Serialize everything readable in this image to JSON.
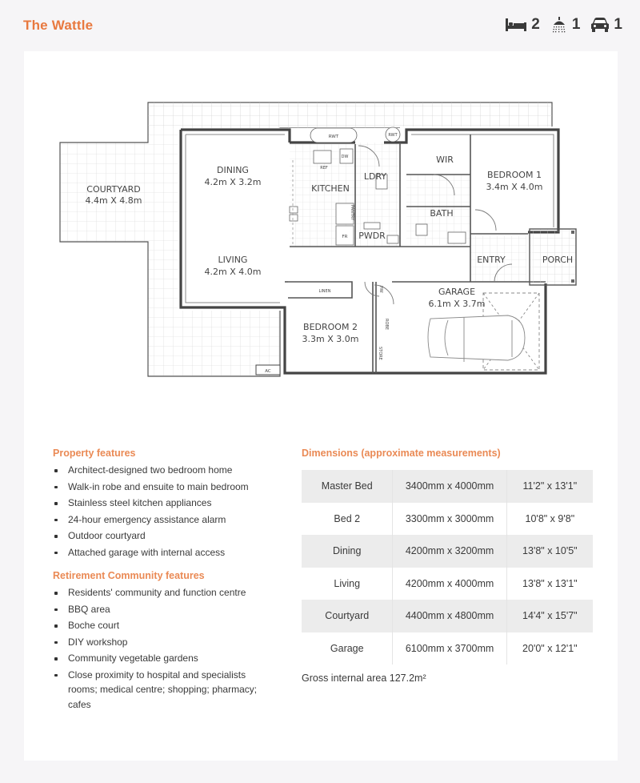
{
  "header": {
    "title": "The Wattle",
    "stats": [
      {
        "icon": "bed-icon",
        "value": "2"
      },
      {
        "icon": "shower-icon",
        "value": "1"
      },
      {
        "icon": "car-icon",
        "value": "1"
      }
    ]
  },
  "floorplan": {
    "rooms": {
      "courtyard": {
        "name": "COURTYARD",
        "size": "4.4m X 4.8m"
      },
      "dining": {
        "name": "DINING",
        "size": "4.2m X 3.2m"
      },
      "living": {
        "name": "LIVING",
        "size": "4.2m X 4.0m"
      },
      "kitchen": {
        "name": "KITCHEN"
      },
      "laundry": {
        "name": "LDRY"
      },
      "powder": {
        "name": "PWDR"
      },
      "wir": {
        "name": "WIR"
      },
      "bath": {
        "name": "BATH"
      },
      "bedroom1": {
        "name": "BEDROOM 1",
        "size": "3.4m X 4.0m"
      },
      "entry": {
        "name": "ENTRY"
      },
      "porch": {
        "name": "PORCH"
      },
      "garage": {
        "name": "GARAGE",
        "size": "6.1m X 3.7m"
      },
      "bedroom2": {
        "name": "BEDROOM 2",
        "size": "3.3m X 3.0m"
      }
    },
    "labels": {
      "rwt1": "RWT",
      "rwt2": "RWT",
      "pantry": "PANTRY",
      "fr": "FR",
      "dw": "DW",
      "ref": "REF",
      "linen": "LINEN",
      "robe": "ROBE",
      "store": "STORE",
      "hw": "HW",
      "ac": "AC"
    }
  },
  "property_features": {
    "title": "Property features",
    "items": [
      "Architect-designed two bedroom home",
      "Walk-in robe and ensuite to main bedroom",
      "Stainless steel kitchen appliances",
      "24-hour emergency assistance alarm",
      "Outdoor courtyard",
      "Attached garage with internal access"
    ]
  },
  "community_features": {
    "title": "Retirement Community features",
    "items": [
      "Residents' community and function centre",
      "BBQ area",
      "Boche court",
      "DIY workshop",
      "Community vegetable gardens",
      "Close proximity to hospital and specialists rooms; medical centre; shopping; pharmacy; cafes"
    ]
  },
  "dimensions": {
    "title": "Dimensions (approximate measurements)",
    "rows": [
      {
        "room": "Master Bed",
        "metric": "3400mm x 4000mm",
        "imperial": "11'2\" x 13'1\""
      },
      {
        "room": "Bed 2",
        "metric": "3300mm x 3000mm",
        "imperial": "10'8\" x 9'8\""
      },
      {
        "room": "Dining",
        "metric": "4200mm x 3200mm",
        "imperial": "13'8\" x 10'5\""
      },
      {
        "room": "Living",
        "metric": "4200mm x 4000mm",
        "imperial": "13'8\" x 13'1\""
      },
      {
        "room": "Courtyard",
        "metric": "4400mm x 4800mm",
        "imperial": "14'4\" x 15'7\""
      },
      {
        "room": "Garage",
        "metric": "6100mm x 3700mm",
        "imperial": "20'0\" x 12'1\""
      }
    ],
    "gross_area": "Gross internal area 127.2m²"
  },
  "colors": {
    "accent": "#e8793f",
    "text": "#3a3a3a",
    "table_stripe": "#ececec",
    "background": "#f6f5f7"
  }
}
